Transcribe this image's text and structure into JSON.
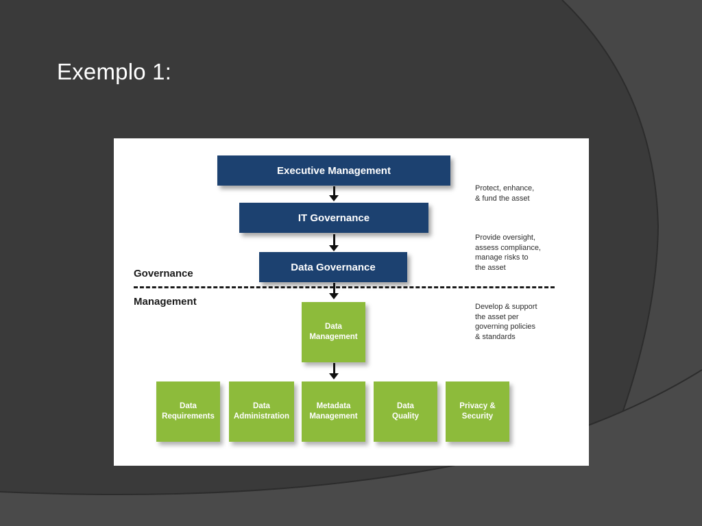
{
  "slide": {
    "title": "Exemplo 1:"
  },
  "diagram": {
    "top_boxes": {
      "executive": "Executive Management",
      "it_governance": "IT Governance",
      "data_governance": "Data Governance"
    },
    "layers": {
      "governance": "Governance",
      "management": "Management"
    },
    "data_management": "Data\nManagement",
    "bottom_boxes": [
      "Data\nRequirements",
      "Data\nAdministration",
      "Metadata\nManagement",
      "Data\nQuality",
      "Privacy &\nSecurity"
    ],
    "notes": {
      "protect": "Protect, enhance,\n& fund the asset",
      "oversight": "Provide oversight,\nassess compliance,\nmanage risks to\nthe asset",
      "develop": "Develop & support\nthe asset per\ngoverning policies\n& standards"
    }
  },
  "colors": {
    "navy": "#1c4170",
    "green": "#8dbb3b",
    "background": "#3b3b3b"
  }
}
